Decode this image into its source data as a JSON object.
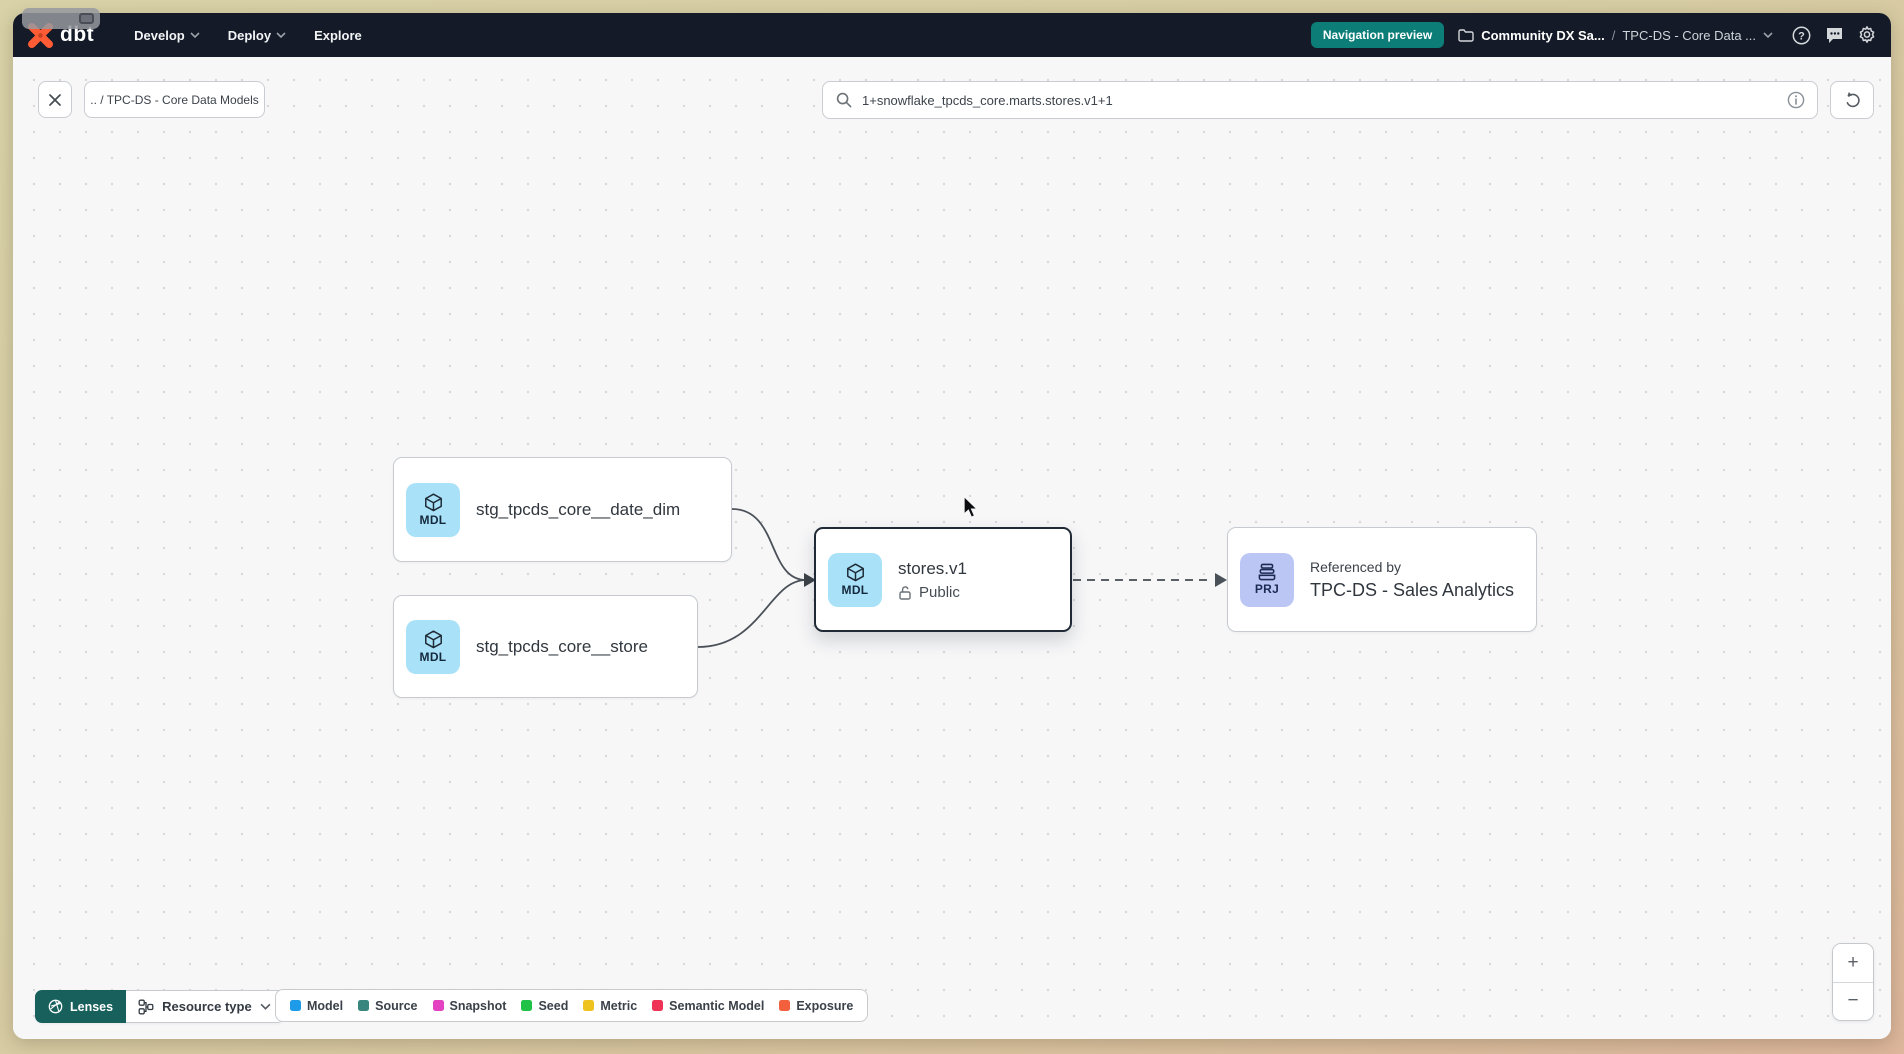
{
  "navbar": {
    "logo_text": "dbt",
    "menus": [
      {
        "label": "Develop"
      },
      {
        "label": "Deploy"
      },
      {
        "label": "Explore"
      }
    ],
    "preview_badge": "Navigation preview",
    "breadcrumb": {
      "account": "Community DX Sa...",
      "separator": "/",
      "project": "TPC-DS - Core Data ..."
    }
  },
  "toolbar": {
    "path_chip": ".. / TPC-DS - Core Data Models",
    "search_value": "1+snowflake_tpcds_core.marts.stores.v1+1"
  },
  "graph": {
    "nodes": [
      {
        "badge": "MDL",
        "label": "stg_tpcds_core__date_dim"
      },
      {
        "badge": "MDL",
        "label": "stg_tpcds_core__store"
      },
      {
        "badge": "MDL",
        "label": "stores.v1",
        "access": "Public",
        "selected": true
      },
      {
        "badge": "PRJ",
        "sublabel": "Referenced by",
        "label": "TPC-DS - Sales Analytics"
      }
    ]
  },
  "footer": {
    "lenses_label": "Lenses",
    "resource_type_label": "Resource type",
    "legend": [
      {
        "label": "Model",
        "color": "#1e9be8"
      },
      {
        "label": "Source",
        "color": "#39867f"
      },
      {
        "label": "Snapshot",
        "color": "#e342c0"
      },
      {
        "label": "Seed",
        "color": "#1fc147"
      },
      {
        "label": "Metric",
        "color": "#eec31e"
      },
      {
        "label": "Semantic Model",
        "color": "#ee3356"
      },
      {
        "label": "Exposure",
        "color": "#f2603d"
      }
    ],
    "zoom_in": "+",
    "zoom_out": "−"
  },
  "colors": {
    "accent_teal": "#0d7d78",
    "brand_orange": "#ff5c35",
    "tile_blue": "#a9e2f8",
    "tile_lavender": "#bcc6f4",
    "selected_border": "#1f2a36"
  }
}
